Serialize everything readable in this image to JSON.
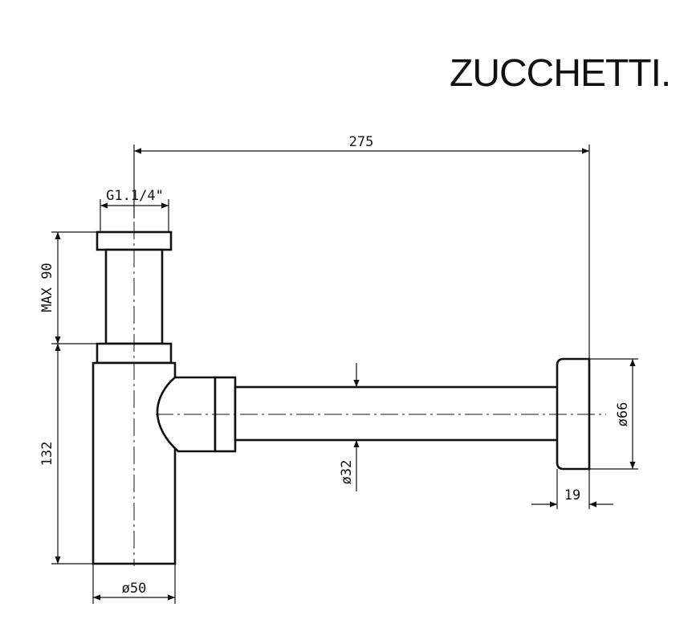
{
  "brand": {
    "name": "ZUCCHETTI."
  },
  "dimensions": {
    "total_length": "275",
    "thread": "G1.1/4\"",
    "tail_height": "MAX 90",
    "body_height": "132",
    "body_diameter": "ø50",
    "pipe_diameter": "ø32",
    "flange_diameter": "ø66",
    "flange_depth": "19"
  }
}
